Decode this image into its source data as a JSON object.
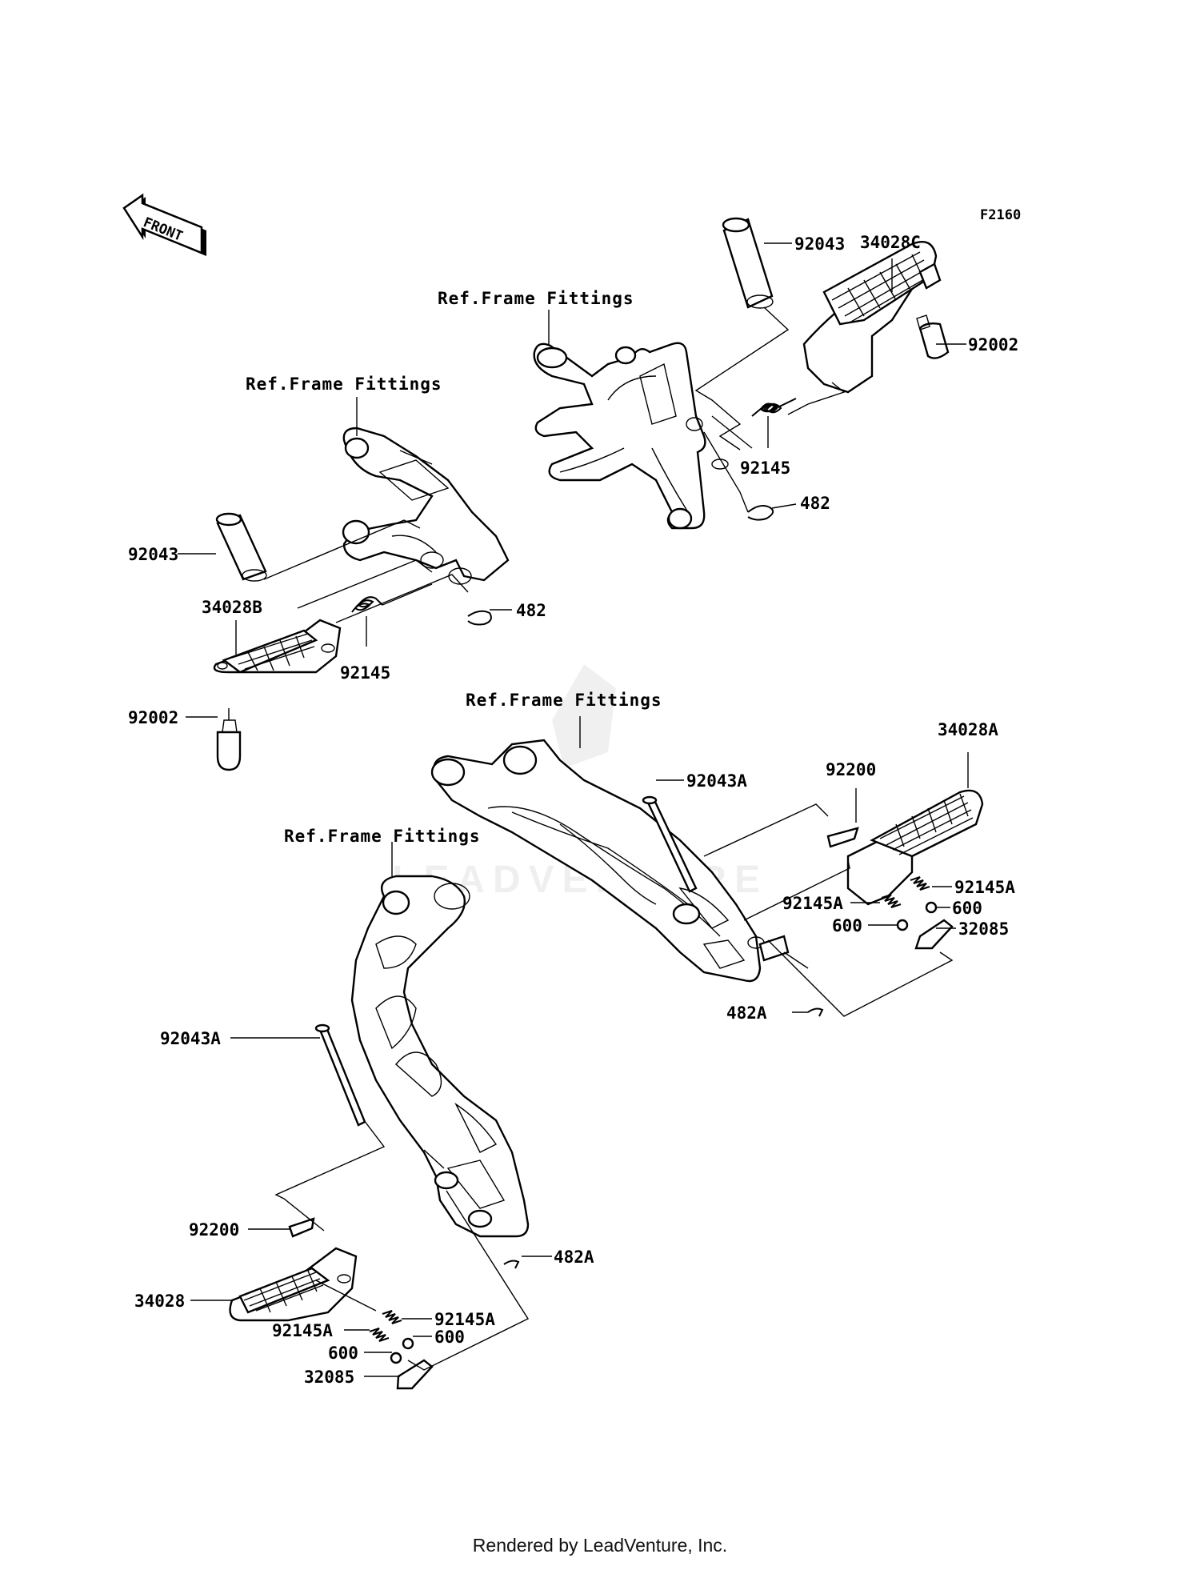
{
  "figure_code": "F2160",
  "front_indicator": "FRONT",
  "watermark": "LEADVENTURE",
  "footer": "Rendered by LeadVenture, Inc.",
  "ref_labels": {
    "rear_right": "Ref.Frame Fittings",
    "rear_left": "Ref.Frame Fittings",
    "front_right": "Ref.Frame Fittings",
    "front_left": "Ref.Frame Fittings"
  },
  "parts": {
    "p92043_rr": "92043",
    "p34028C": "34028C",
    "p92002_rr": "92002",
    "p92145_rr": "92145",
    "p482_rr": "482",
    "p92043_rl": "92043",
    "p34028B": "34028B",
    "p482_rl": "482",
    "p92145_rl": "92145",
    "p92002_rl": "92002",
    "p92043A_fr": "92043A",
    "p92200_fr": "92200",
    "p34028A": "34028A",
    "p92145A_fr_a": "92145A",
    "p92145A_fr_b": "92145A",
    "p600_fr_a": "600",
    "p600_fr_b": "600",
    "p32085_fr": "32085",
    "p482A_fr": "482A",
    "p92043A_fl": "92043A",
    "p482A_fl": "482A",
    "p92200_fl": "92200",
    "p34028": "34028",
    "p92145A_fl_a": "92145A",
    "p92145A_fl_b": "92145A",
    "p600_fl_a": "600",
    "p600_fl_b": "600",
    "p32085_fl": "32085"
  }
}
